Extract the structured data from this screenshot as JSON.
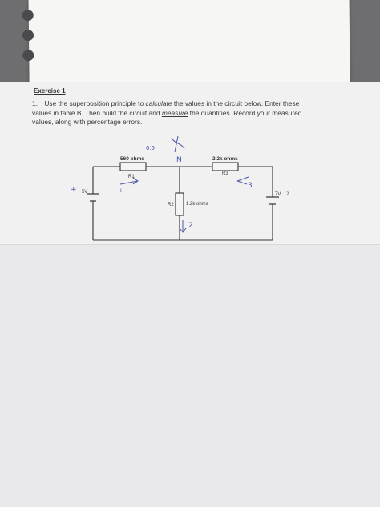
{
  "exercise": {
    "heading": "Exercise 1",
    "number": "1.",
    "line1_pre": "Use the superposition principle to ",
    "line1_calc": "calculate",
    "line1_post": " the values in the circuit below. Enter these",
    "line2_pre": "values in table B. Then build the circuit and ",
    "line2_measure": "measure",
    "line2_post": " the quantities. Record your measured",
    "line3": "values, along with percentage errors."
  },
  "circuit": {
    "r1_value": "560 ohms",
    "r1_name": "R1",
    "r2_name": "R2",
    "r2_value": "1.2k ohms",
    "r3_value": "2.2k ohms",
    "r3_name": "R3",
    "source_left": "5V",
    "source_right": "7V"
  },
  "handwriting": {
    "note_top": "0.5",
    "v_label": "V",
    "node_label": "N",
    "i1_label": "I",
    "i2_label": "2",
    "i3_label": "3",
    "left_mark": "+",
    "right_mark": "2"
  },
  "colors": {
    "ink": "#333333",
    "pen": "#4b56a8",
    "paper": "#f1f1f2"
  }
}
